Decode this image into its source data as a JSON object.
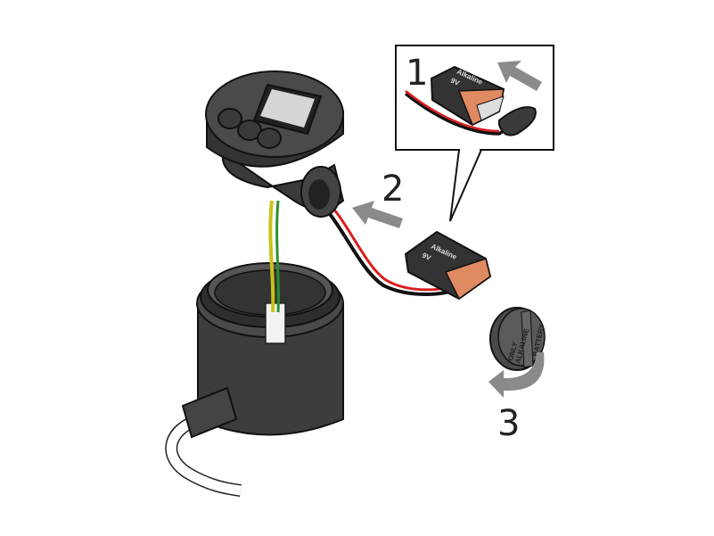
{
  "steps": {
    "one": "1",
    "two": "2",
    "three": "3"
  },
  "battery": {
    "voltage": "9V",
    "brand": "Alkaline"
  },
  "cap": {
    "line1": "ONLY",
    "line2": "ALKALINE",
    "side": "BATTERY"
  },
  "colors": {
    "body": "#3a3a3a",
    "copper": "#e08a62",
    "arrow": "#8a8a8a",
    "wire_red": "#d81e1e"
  }
}
